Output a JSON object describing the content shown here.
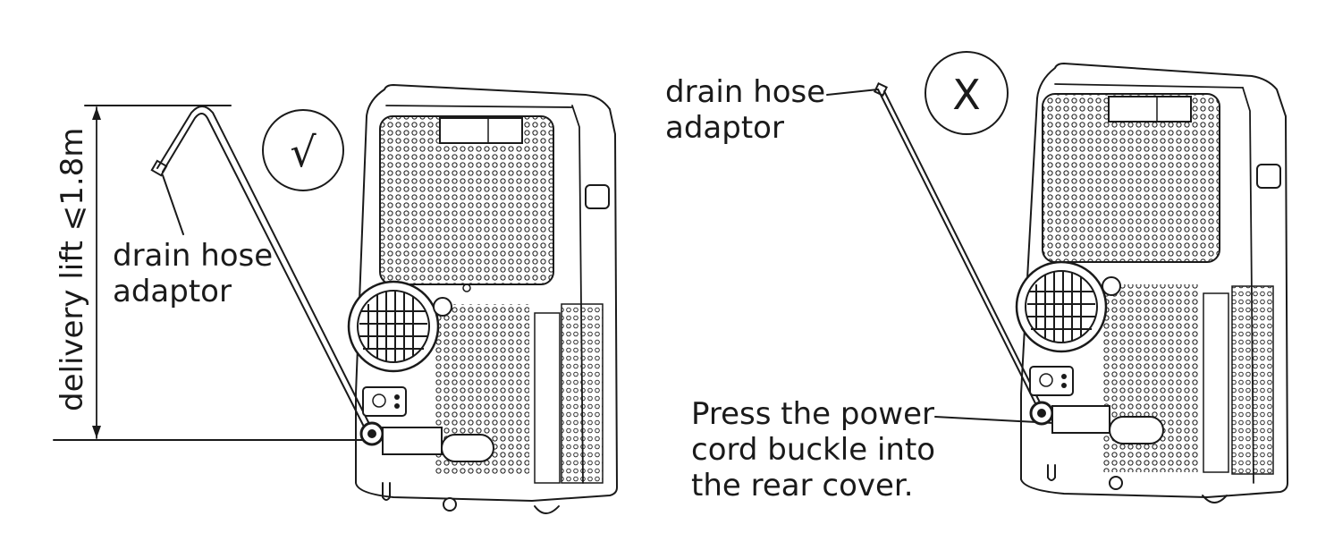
{
  "correct": {
    "symbol": "√",
    "label_line1": "drain hose",
    "label_line2": "adaptor",
    "dimension_label": "delivery lift ⩽1.8m"
  },
  "incorrect": {
    "symbol": "X",
    "label_line1": "drain hose",
    "label_line2": "adaptor",
    "note_line1": "Press the power",
    "note_line2": "cord buckle into",
    "note_line3": "the rear cover."
  }
}
